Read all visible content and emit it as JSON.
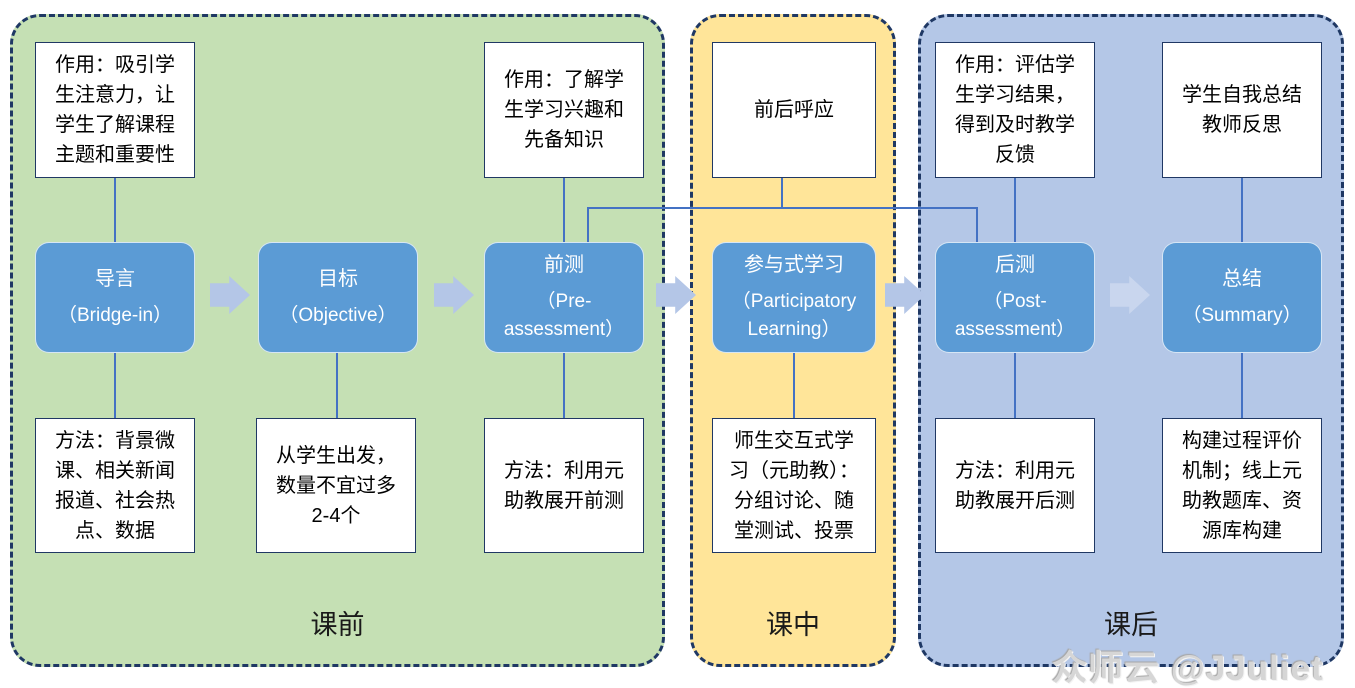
{
  "diagram": {
    "phases": [
      {
        "label": "课前"
      },
      {
        "label": "课中"
      },
      {
        "label": "课后"
      }
    ],
    "stages": [
      {
        "purpose": "作用：吸引学\n生注意力，让\n学生了解课程\n主题和重要性",
        "title": "导言",
        "subtitle": "（Bridge-in）",
        "method": "方法：背景微\n课、相关新闻\n报道、社会热\n点、数据"
      },
      {
        "title": "目标",
        "subtitle": "（Objective）",
        "method": "从学生出发，\n数量不宜过多\n2-4个"
      },
      {
        "purpose": "作用：了解学\n生学习兴趣和\n先备知识",
        "title": "前测",
        "subtitle": "（Pre-\nassessment）",
        "method": "方法：利用元\n助教展开前测"
      },
      {
        "purpose": "前后呼应",
        "title": "参与式学习",
        "subtitle": "（Participatory\nLearning）",
        "method": "师生交互式学\n习（元助教）：\n分组讨论、随\n堂测试、投票"
      },
      {
        "purpose": "作用：评估学\n生学习结果，\n得到及时教学\n反馈",
        "title": "后测",
        "subtitle": "（Post-\nassessment）",
        "method": "方法：利用元\n助教展开后测"
      },
      {
        "purpose": "学生自我总结\n教师反思",
        "title": "总结",
        "subtitle": "（Summary）",
        "method": "构建过程评价\n机制；线上元\n助教题库、资\n源库构建"
      }
    ],
    "watermark": "众师云 @JJuliet",
    "colors": {
      "phase_pre_bg": "#c5e0b4",
      "phase_in_bg": "#ffe599",
      "phase_post_bg": "#b4c7e7",
      "stage_fill": "#5b9bd5",
      "connector_line": "#4472c4",
      "dashed_border": "#1f3864",
      "flow_arrow": "#b4c6e7",
      "flow_arrow_faint": "#c9d6ee"
    }
  }
}
